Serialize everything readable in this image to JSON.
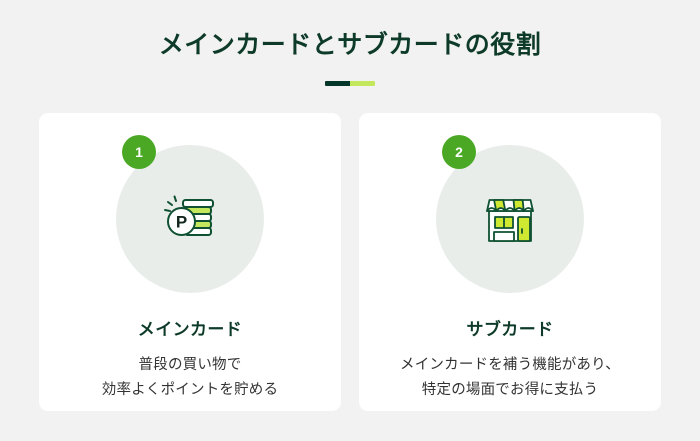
{
  "page": {
    "background_color": "#f1f2f1",
    "title": "メインカードとサブカードの役割",
    "divider": {
      "left_color": "#04372a",
      "right_color": "#c4e85d"
    }
  },
  "colors": {
    "title_green": "#0e3b29",
    "badge_green": "#4ba825",
    "icon_circle": "#e8edea",
    "accent_light_green": "#c4e85d",
    "body_text": "#333333",
    "card_background": "#ffffff"
  },
  "cards": [
    {
      "badge": "1",
      "icon": "coin-stack-point-icon",
      "title": "メインカード",
      "description_lines": [
        "普段の買い物で",
        "効率よくポイントを貯める"
      ],
      "coin_label": "P"
    },
    {
      "badge": "2",
      "icon": "storefront-icon",
      "title": "サブカード",
      "description_lines": [
        "メインカードを補う機能があり、",
        "特定の場面でお得に支払う"
      ]
    }
  ]
}
